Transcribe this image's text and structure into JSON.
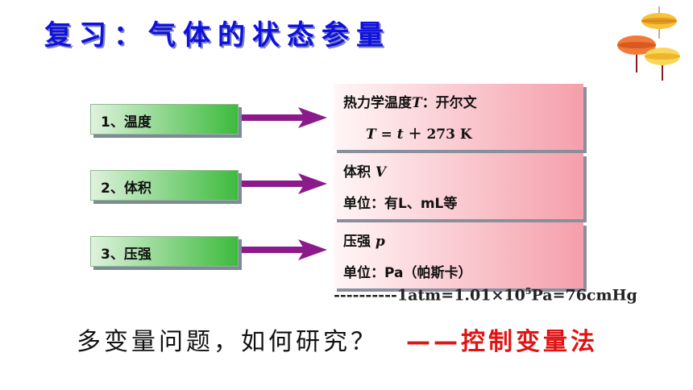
{
  "slide": {
    "title": "复习：气体的状态参量",
    "colors": {
      "title": "#1010e0",
      "answer": "#e01414",
      "arrow": "#8b1a8b"
    }
  },
  "params": [
    {
      "label": "1、温度",
      "line1_prefix": "热力学温度",
      "line1_var": "T",
      "line1_suffix": "：开尔文",
      "formula_T": "T",
      "formula_eq": " =  ",
      "formula_t": "t",
      "formula_rest": " ＋ 273 K"
    },
    {
      "label": "2、体积",
      "line1_prefix": "体积 ",
      "line1_var": "V",
      "line2": "单位：有L、mL等"
    },
    {
      "label": "3、压强",
      "line1_prefix": "压强 ",
      "line1_var": "p",
      "line2": "单位：Pa（帕斯卡）"
    }
  ],
  "note": {
    "dashes": "----------",
    "text_before": "1atm=1.01×10",
    "exp": "5",
    "text_after": "Pa=76cmHg"
  },
  "question": "多变量问题，如何研究？",
  "answer": "——控制变量法"
}
